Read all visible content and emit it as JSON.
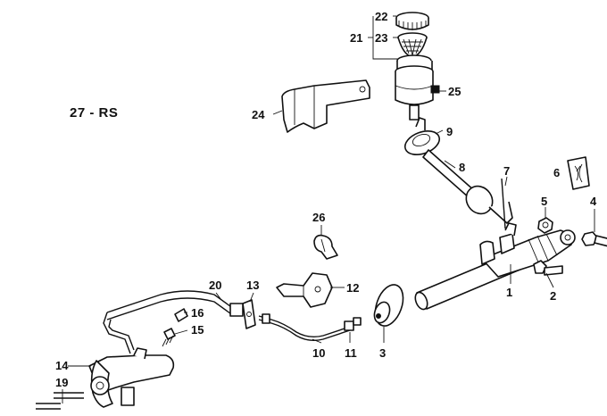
{
  "diagram": {
    "code": "27 - RS",
    "callouts": [
      "1",
      "2",
      "3",
      "4",
      "5",
      "6",
      "7",
      "8",
      "9",
      "10",
      "11",
      "12",
      "13",
      "14",
      "15",
      "16",
      "19",
      "20",
      "21",
      "22",
      "23",
      "24",
      "25",
      "26"
    ]
  }
}
